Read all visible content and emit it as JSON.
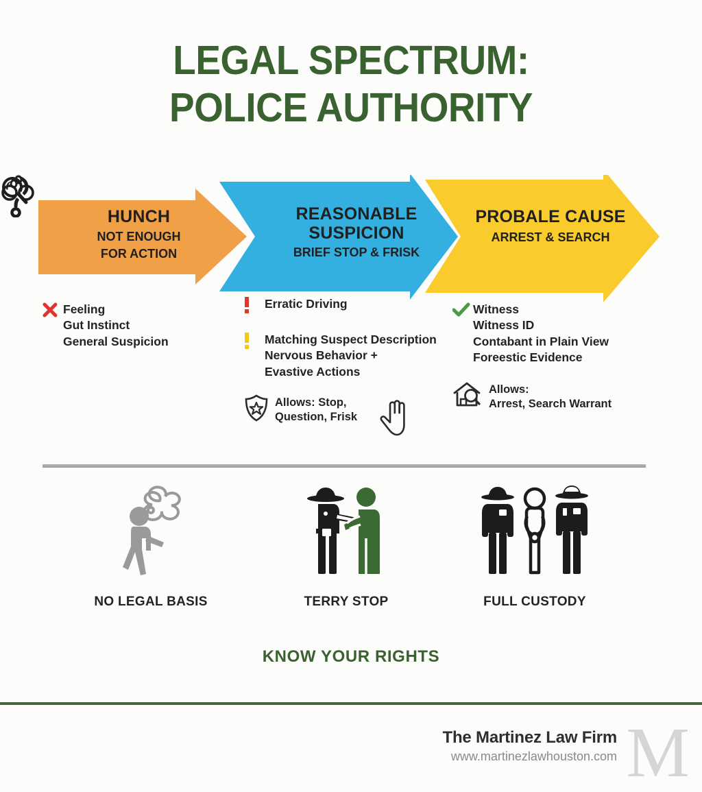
{
  "title": {
    "line1": "LEGAL SPECTRUM:",
    "line2": "POLICE AUTHORITY",
    "color": "#3a6130"
  },
  "colors": {
    "hunch": "#f0a046",
    "reasonable_suspicion": "#33b0e0",
    "probable_cause": "#f9cb2d",
    "green": "#3a6130",
    "red": "#e1342c",
    "yellow_mark": "#f5c518",
    "check_green": "#4a9a48",
    "divider_gray": "#a8a8a8",
    "background": "#fcfcfa"
  },
  "stages": [
    {
      "id": "hunch",
      "icon": "question-mark-icon",
      "title": "HUNCH",
      "subtitle_line1": "NOT ENOUGH",
      "subtitle_line2": "FOR ACTION"
    },
    {
      "id": "reasonable-suspicion",
      "icon": "magnifier-icon",
      "title_line1": "REASONABLE",
      "title_line2": "SUSPICION",
      "subtitle": "BRIEF STOP & FRISK"
    },
    {
      "id": "probable-cause",
      "icon": "handcuffs-icon",
      "title": "PROBALE CAUSE",
      "subtitle": "ARREST & SEARCH"
    }
  ],
  "columns": [
    {
      "id": "hunch",
      "groups": [
        {
          "mark": "x-mark-icon",
          "mark_color": "#e1342c",
          "items": [
            "Feeling",
            "Gut Instinct",
            "General Suspicion"
          ]
        }
      ],
      "allows": null
    },
    {
      "id": "reasonable-suspicion",
      "groups": [
        {
          "mark": "exclamation-red-icon",
          "mark_color": "#e1342c",
          "items": [
            "Erratic Driving"
          ]
        },
        {
          "mark": "exclamation-yellow-icon",
          "mark_color": "#f5c518",
          "items": [
            "Matching Suspect Description",
            "Nervous Behavior +",
            "Evastive Actions"
          ]
        }
      ],
      "allows": {
        "icon": "police-badge-icon",
        "line1": "Allows: Stop,",
        "line2": "Question, Frisk",
        "extra_icon": "hand-stop-icon"
      }
    },
    {
      "id": "probable-cause",
      "groups": [
        {
          "mark": "check-mark-icon",
          "mark_color": "#4a9a48",
          "items": [
            "Witness",
            "Witness ID",
            "Contabant in Plain View",
            "Foreestic Evidence"
          ]
        }
      ],
      "allows": {
        "icon": "house-search-icon",
        "line1": "Allows:",
        "line2": "Arrest, Search Warrant",
        "extra_icon": null
      }
    }
  ],
  "scenes": [
    {
      "id": "no-legal-basis",
      "icon": "walking-person-thinking-icon",
      "label": "NO LEGAL BASIS"
    },
    {
      "id": "terry-stop",
      "icon": "officer-questioning-person-icon",
      "label": "TERRY STOP"
    },
    {
      "id": "full-custody",
      "icon": "two-officers-detainee-icon",
      "label": "FULL CUSTODY"
    }
  ],
  "call_to_action": "KNOW YOUR RIGHTS",
  "footer": {
    "firm_name": "The Martinez Law Firm",
    "website": "www.martinezlawhouston.com",
    "logo_letter": "M"
  }
}
